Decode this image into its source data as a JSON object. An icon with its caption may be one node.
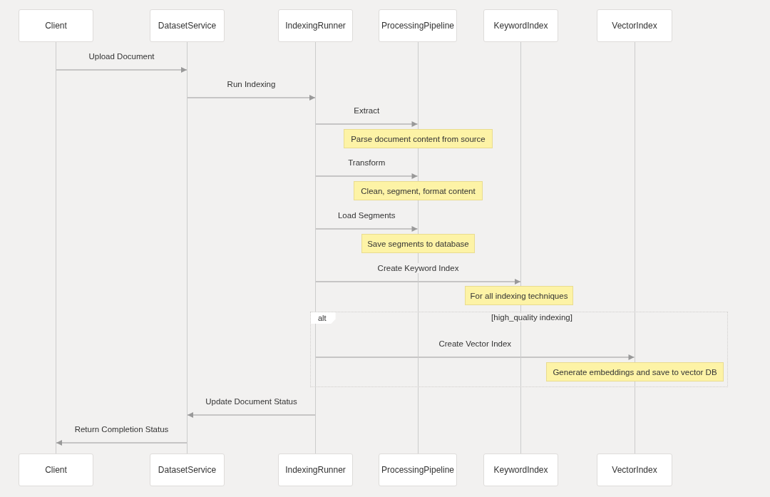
{
  "diagram": {
    "nodes": [
      {
        "text": [
          "Client"
        ]
      },
      {
        "text": [
          "DatasetService"
        ]
      },
      {
        "text": [
          "IndexingRunner"
        ]
      },
      {
        "text": [
          "ProcessingPipeline"
        ]
      },
      {
        "text": [
          "KeywordIndex"
        ]
      },
      {
        "text": [
          "VectorIndex"
        ]
      },
      {
        "text": [],
        "shape": "line"
      },
      {
        "text": [],
        "shape": "line"
      },
      {
        "text": [],
        "shape": "line"
      },
      {
        "text": [],
        "shape": "line"
      },
      {
        "text": [],
        "shape": "line"
      },
      {
        "text": [],
        "shape": "line"
      },
      {
        "text": [
          "Parse document content from source"
        ]
      },
      {
        "text": [
          "Clean, segment, format content"
        ]
      },
      {
        "text": [
          "Save segments to database"
        ]
      },
      {
        "text": [
          "For all indexing techniques"
        ]
      },
      {
        "text": [
          "alt",
          "[high_quality indexing]"
        ]
      },
      {
        "text": [
          "Generate embeddings and save to vector DB"
        ],
        "in": 16
      },
      {
        "text": [
          "Client"
        ]
      },
      {
        "text": [
          "DatasetService"
        ]
      },
      {
        "text": [
          "IndexingRunner"
        ]
      },
      {
        "text": [
          "ProcessingPipeline"
        ]
      },
      {
        "text": [
          "KeywordIndex"
        ]
      },
      {
        "text": [
          "VectorIndex"
        ]
      }
    ],
    "edges": [
      {
        "from": 6,
        "to": 7,
        "arrow": "to",
        "label": "Upload Document"
      },
      {
        "from": 7,
        "to": 8,
        "arrow": "to",
        "label": "Run Indexing"
      },
      {
        "from": 8,
        "to": 9,
        "arrow": "to",
        "label": "Extract"
      },
      {
        "from": 8,
        "to": 9,
        "arrow": "to",
        "label": "Transform"
      },
      {
        "from": 8,
        "to": 9,
        "arrow": "to",
        "label": "Load Segments"
      },
      {
        "from": 8,
        "to": 10,
        "arrow": "to",
        "label": "Create Keyword Index"
      },
      {
        "from": 8,
        "to": 11,
        "arrow": "to",
        "label": "Create Vector Index"
      },
      {
        "from": 8,
        "to": 7,
        "arrow": "to",
        "label": "Update Document Status"
      },
      {
        "from": 7,
        "to": 6,
        "arrow": "to",
        "label": "Return Completion Status"
      }
    ]
  }
}
